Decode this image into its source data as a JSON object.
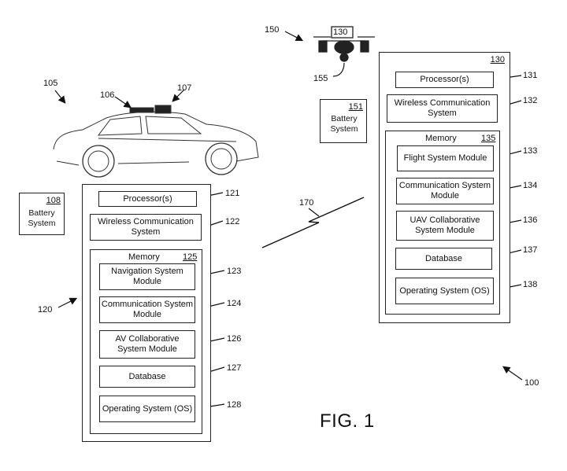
{
  "figure_label": "FIG. 1",
  "ref_system": "100",
  "vehicle": {
    "ref": "105",
    "roof_device_ref": "106",
    "sensor_ref": "107"
  },
  "vehicle_battery": {
    "ref": "108",
    "label": "Battery System"
  },
  "vehicle_computer": {
    "ref": "120",
    "processor": {
      "label": "Processor(s)",
      "ref": "121"
    },
    "wireless": {
      "label": "Wireless Communication System",
      "ref": "122"
    },
    "memory": {
      "label": "Memory",
      "ref": "125"
    },
    "modules": [
      {
        "label": "Navigation System Module",
        "ref": "123"
      },
      {
        "label": "Communication System Module",
        "ref": "124"
      },
      {
        "label": "AV Collaborative System Module",
        "ref": "126"
      },
      {
        "label": "Database",
        "ref": "127"
      },
      {
        "label": "Operating System (OS)",
        "ref": "128"
      }
    ]
  },
  "link": {
    "ref": "170"
  },
  "drone": {
    "ref": "150",
    "box_label": "130",
    "camera_ref": "155"
  },
  "drone_battery": {
    "ref": "151",
    "label": "Battery System"
  },
  "drone_computer": {
    "ref": "130",
    "processor": {
      "label": "Processor(s)",
      "ref": "131"
    },
    "wireless": {
      "label": "Wireless Communication System",
      "ref": "132"
    },
    "memory": {
      "label": "Memory",
      "ref": "135"
    },
    "modules": [
      {
        "label": "Flight System Module",
        "ref": "133"
      },
      {
        "label": "Communication System Module",
        "ref": "134"
      },
      {
        "label": "UAV Collaborative System Module",
        "ref": "136"
      },
      {
        "label": "Database",
        "ref": "137"
      },
      {
        "label": "Operating System (OS)",
        "ref": "138"
      }
    ]
  }
}
